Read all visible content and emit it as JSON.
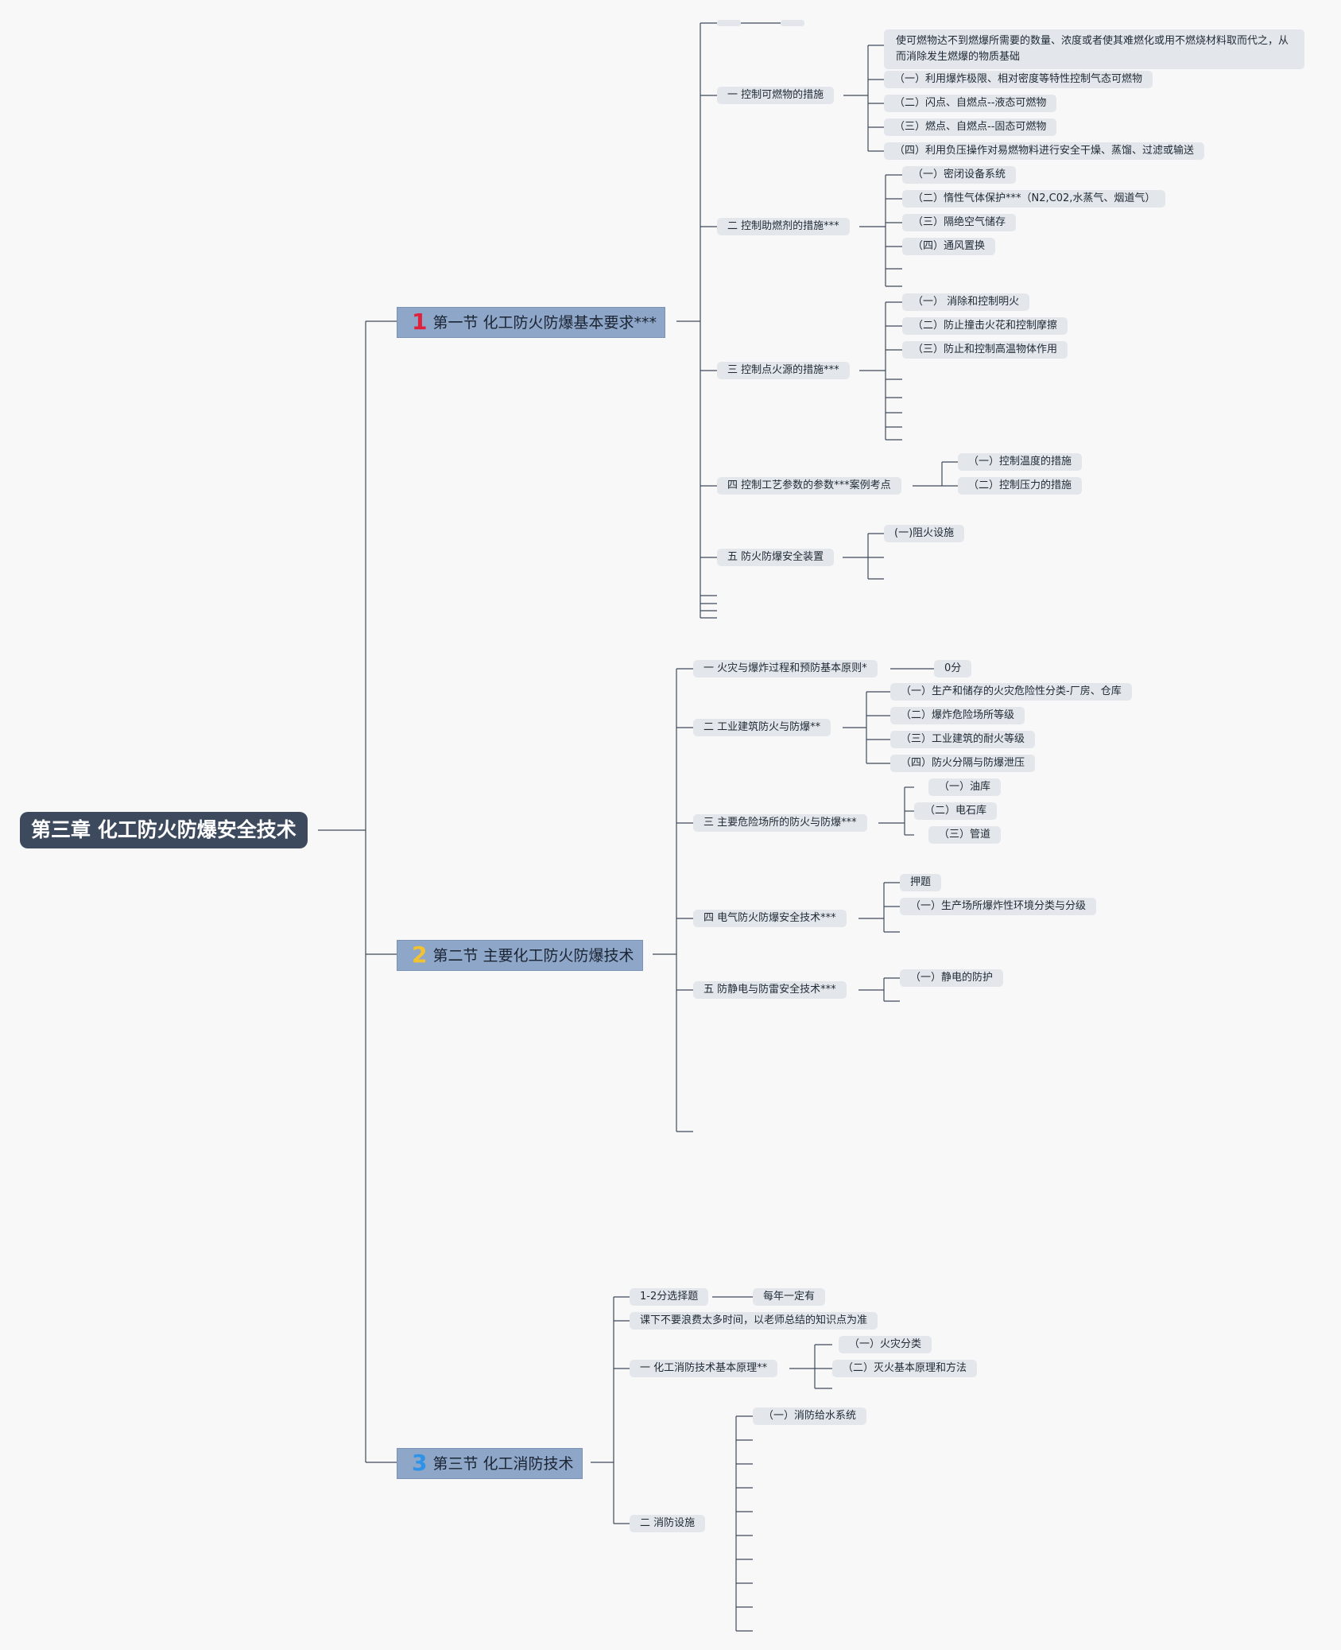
{
  "colors": {
    "background": "#f8f8f8",
    "line": "#3e4a5b",
    "root_fill": "#3d4a5e",
    "section_fill": "#8ea6c8",
    "leaf_fill": "#e3e7ec",
    "num1": "#e0213c",
    "num2": "#f2c230",
    "num3": "#2e93e8"
  },
  "root": {
    "title": "第三章 化工防火防爆安全技术"
  },
  "sections": [
    {
      "num": "1",
      "title": "第一节 化工防火防爆基本要求***",
      "items": [
        {
          "label": "一 控制可燃物的措施",
          "children": [
            "使可燃物达不到燃爆所需要的数量、浓度或者使其难燃化或用不燃烧材料取而代之，从而消除发生燃爆的物质基础",
            "（一）利用爆炸极限、相对密度等特性控制气态可燃物",
            "（二）闪点、自燃点--液态可燃物",
            "（三）燃点、自燃点--固态可燃物",
            "（四）利用负压操作对易燃物料进行安全干燥、蒸馏、过滤或输送"
          ]
        },
        {
          "label": "二 控制助燃剂的措施***",
          "children": [
            "（一）密闭设备系统",
            "（二）惰性气体保护***（N2,C02,水蒸气、烟道气）",
            "（三）隔绝空气储存",
            "（四）通风置换"
          ]
        },
        {
          "label": "三 控制点火源的措施***",
          "children": [
            "（一） 消除和控制明火",
            "（二）防止撞击火花和控制摩擦",
            "（三）防止和控制高温物体作用"
          ]
        },
        {
          "label": "四 控制工艺参数的参数***案例考点",
          "children": [
            "（一）控制温度的措施",
            "（二）控制压力的措施"
          ]
        },
        {
          "label": "五 防火防爆安全装置",
          "children": [
            "(一)阻火设施"
          ]
        }
      ]
    },
    {
      "num": "2",
      "title": "第二节 主要化工防火防爆技术",
      "items": [
        {
          "label": "一 火灾与爆炸过程和预防基本原则*",
          "children": [
            "0分"
          ]
        },
        {
          "label": "二 工业建筑防火与防爆**",
          "children": [
            "（一）生产和储存的火灾危险性分类-厂房、仓库",
            "（二）爆炸危险场所等级",
            "（三）工业建筑的耐火等级",
            "（四）防火分隔与防爆泄压"
          ]
        },
        {
          "label": "三 主要危险场所的防火与防爆***",
          "children": [
            "（一）油库",
            "（二）电石库",
            "（三）管道"
          ]
        },
        {
          "label": "四 电气防火防爆安全技术***",
          "children": [
            "押题",
            "（一）生产场所爆炸性环境分类与分级"
          ]
        },
        {
          "label": "五 防静电与防雷安全技术***",
          "children": [
            "（一）静电的防护"
          ]
        }
      ]
    },
    {
      "num": "3",
      "title": "第三节 化工消防技术",
      "items": [
        {
          "label": "1-2分选择题",
          "children": [
            "每年一定有"
          ]
        },
        {
          "label": "课下不要浪费太多时间，以老师总结的知识点为准",
          "children": []
        },
        {
          "label": "一 化工消防技术基本原理**",
          "children": [
            "（一）火灾分类",
            "（二）灭火基本原理和方法"
          ]
        },
        {
          "label": "二 消防设施",
          "children": [
            "（一）消防给水系统"
          ]
        }
      ]
    }
  ]
}
